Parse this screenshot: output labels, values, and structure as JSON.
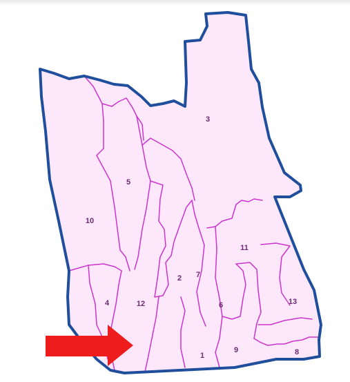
{
  "map": {
    "districts": [
      {
        "id": "1",
        "label": "1"
      },
      {
        "id": "2",
        "label": "2"
      },
      {
        "id": "3",
        "label": "3"
      },
      {
        "id": "4",
        "label": "4"
      },
      {
        "id": "5",
        "label": "5"
      },
      {
        "id": "6",
        "label": "6"
      },
      {
        "id": "7",
        "label": "7"
      },
      {
        "id": "8",
        "label": "8"
      },
      {
        "id": "9",
        "label": "9"
      },
      {
        "id": "10",
        "label": "10"
      },
      {
        "id": "11",
        "label": "11"
      },
      {
        "id": "12",
        "label": "12"
      },
      {
        "id": "13",
        "label": "13"
      }
    ],
    "highlighted_district": "12",
    "colors": {
      "region_fill": "#fde8fb",
      "outline": "#1f4e9c",
      "district_border": "#cc33cc",
      "label": "#6b2a72",
      "arrow": "#ee1c1c"
    }
  }
}
